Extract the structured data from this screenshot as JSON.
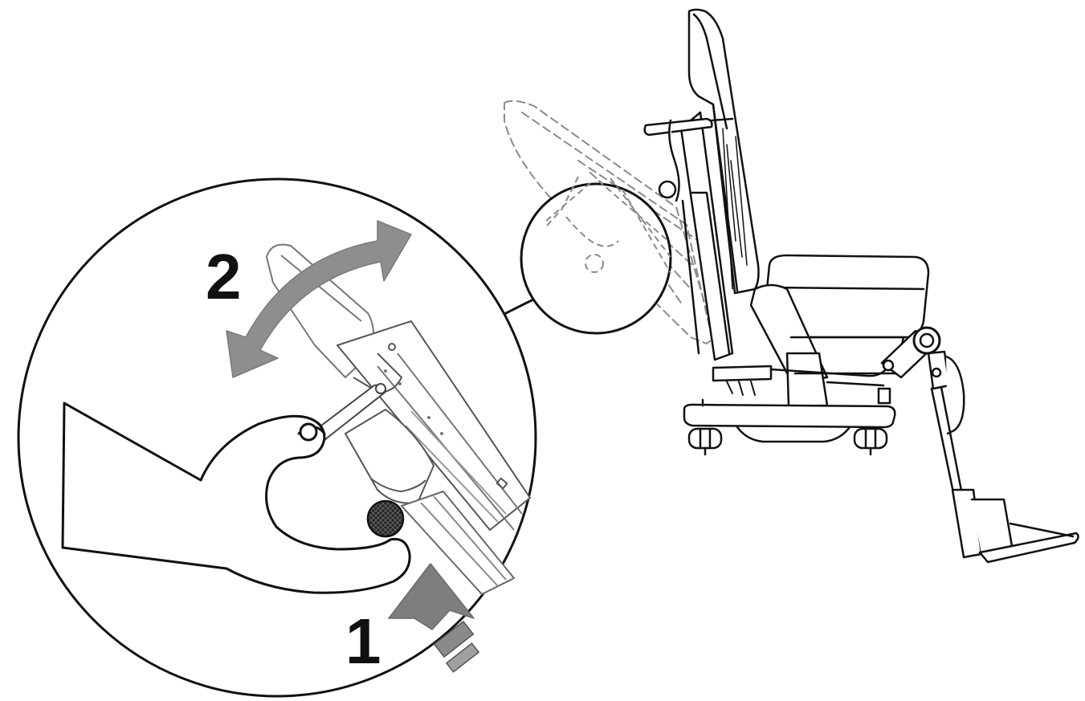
{
  "diagram": {
    "steps": [
      {
        "label": "1",
        "action": "press-release-button"
      },
      {
        "label": "2",
        "action": "tilt-backrest"
      }
    ],
    "colors": {
      "line": "#111111",
      "arrow_fill": "#7a7a7a",
      "arrow_fill_light": "#9a9a9a",
      "background": "#ffffff",
      "ghost_line": "#9a9a9a"
    }
  }
}
